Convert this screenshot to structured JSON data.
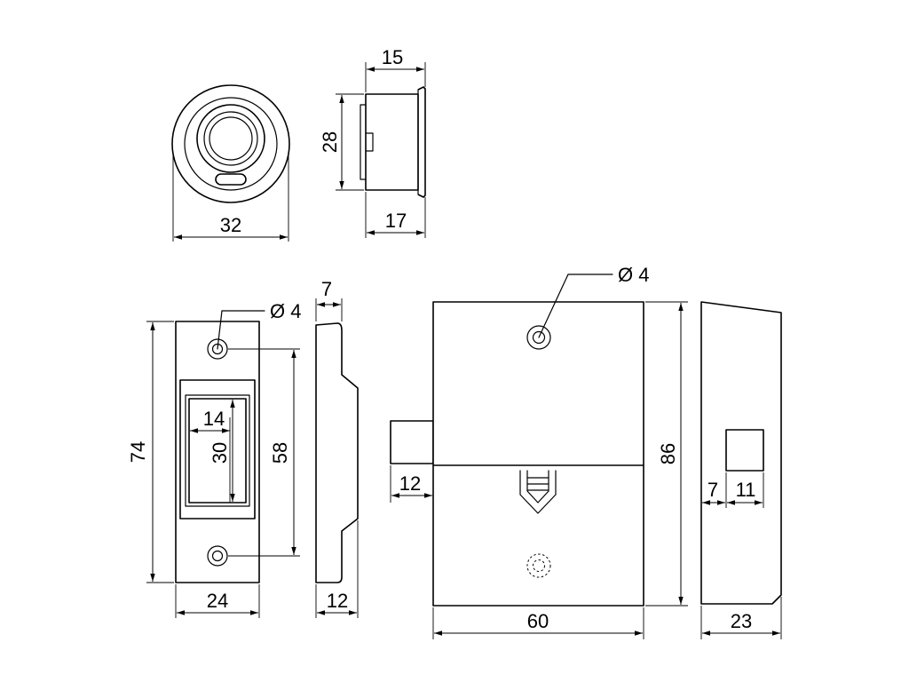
{
  "diagram": {
    "dimensions": {
      "knob_diameter": "32",
      "knob_depth_top": "15",
      "knob_height": "28",
      "knob_depth_bottom": "17",
      "strike_height": "74",
      "strike_hole_diameter": "Ø 4",
      "strike_opening_width": "14",
      "strike_opening_height": "30",
      "strike_hole_spacing": "58",
      "strike_width": "24",
      "strike_side_top": "7",
      "strike_side_bottom": "12",
      "lock_hole_diameter": "Ø 4",
      "bolt_projection": "12",
      "lock_height": "86",
      "lock_width": "60",
      "side_offset": "7",
      "side_slot": "11",
      "side_depth": "23"
    }
  }
}
